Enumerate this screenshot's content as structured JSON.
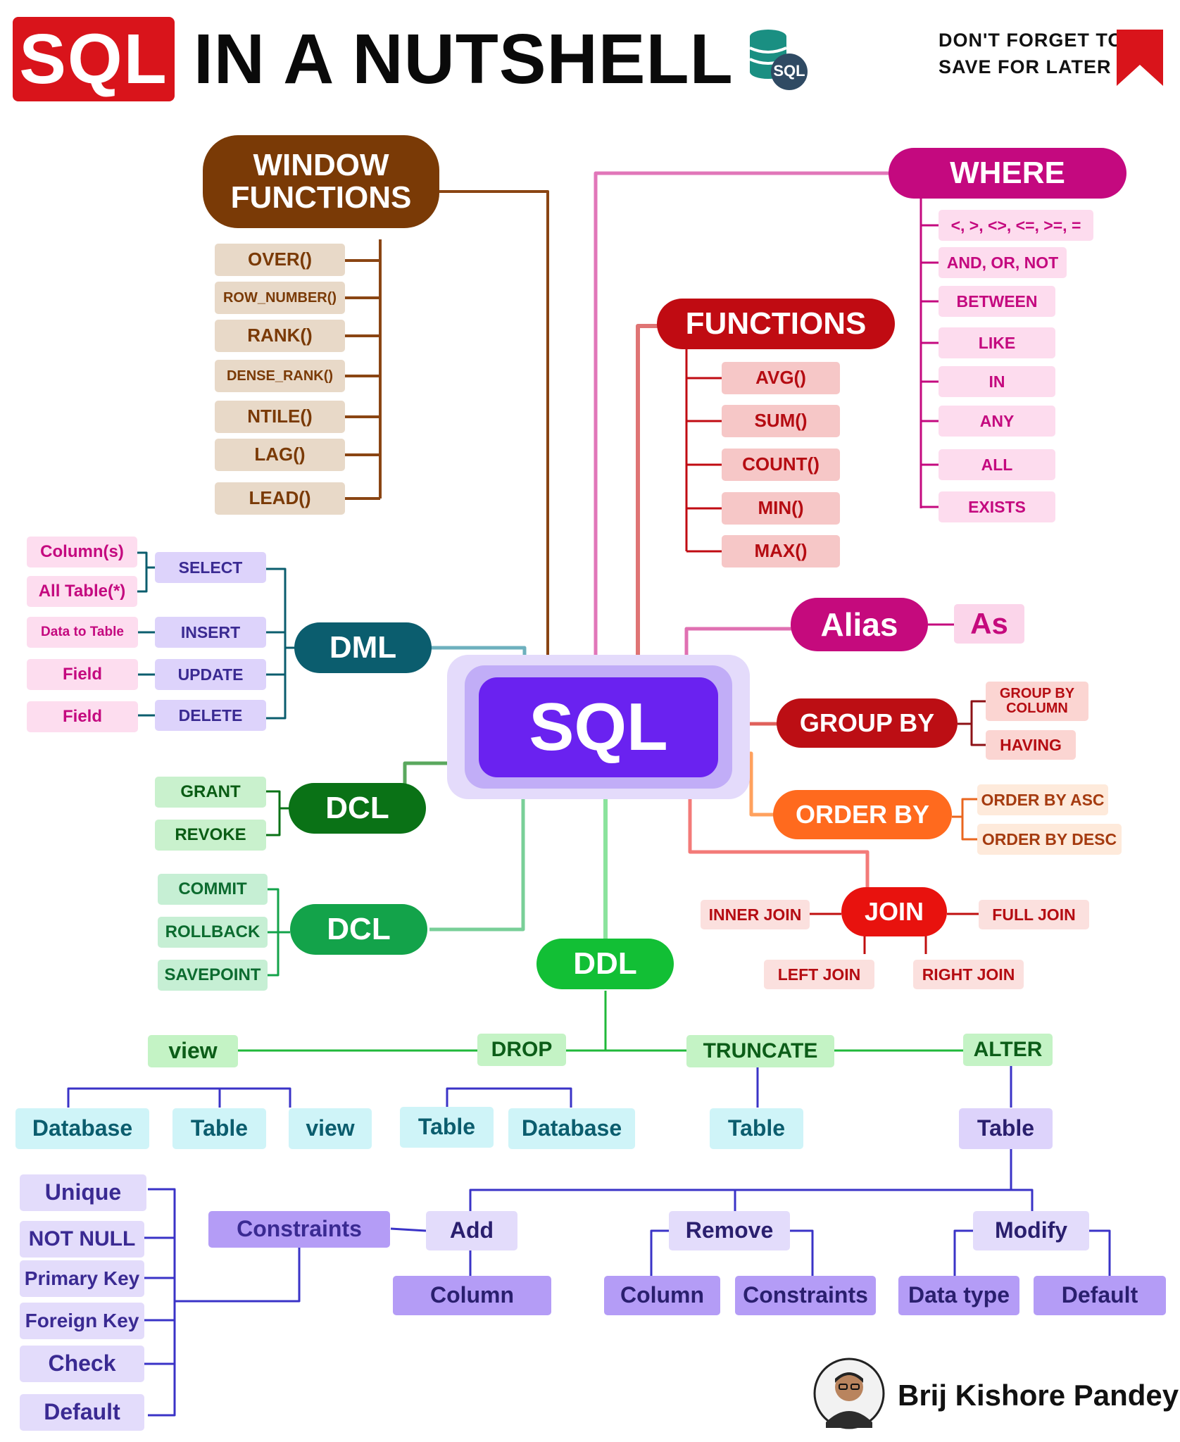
{
  "header": {
    "title_badge": "SQL",
    "title_rest": "IN A NUTSHELL",
    "db_icon_label": "SQL",
    "reminder": "DON'T FORGET TO SAVE FOR LATER !"
  },
  "hub": {
    "label": "SQL"
  },
  "window_functions": {
    "label": "WINDOW FUNCTIONS",
    "items": [
      "OVER()",
      "ROW_NUMBER()",
      "RANK()",
      "DENSE_RANK()",
      "NTILE()",
      "LAG()",
      "LEAD()"
    ]
  },
  "where": {
    "label": "WHERE",
    "items": [
      "<, >, <>, <=, >=, =",
      "AND, OR, NOT",
      "BETWEEN",
      "LIKE",
      "IN",
      "ANY",
      "ALL",
      "EXISTS"
    ]
  },
  "functions": {
    "label": "FUNCTIONS",
    "items": [
      "AVG()",
      "SUM()",
      "COUNT()",
      "MIN()",
      "MAX()"
    ]
  },
  "alias": {
    "label": "Alias",
    "items": [
      "As"
    ]
  },
  "group_by": {
    "label": "GROUP BY",
    "items": [
      "GROUP BY COLUMN",
      "HAVING"
    ]
  },
  "order_by": {
    "label": "ORDER BY",
    "items": [
      "ORDER BY ASC",
      "ORDER BY DESC"
    ]
  },
  "join": {
    "label": "JOIN",
    "items": [
      "INNER JOIN",
      "FULL JOIN",
      "LEFT JOIN",
      "RIGHT JOIN"
    ]
  },
  "dml": {
    "label": "DML",
    "commands": [
      "SELECT",
      "INSERT",
      "UPDATE",
      "DELETE"
    ],
    "targets": [
      "Column(s)",
      "All Table(*)",
      "Data to Table",
      "Field",
      "Field"
    ]
  },
  "dcl": {
    "label": "DCL",
    "items": [
      "GRANT",
      "REVOKE"
    ]
  },
  "tcl": {
    "label": "DCL",
    "items": [
      "COMMIT",
      "ROLLBACK",
      "SAVEPOINT"
    ]
  },
  "ddl": {
    "label": "DDL",
    "view": {
      "label": "view",
      "items": [
        "Database",
        "Table",
        "view"
      ]
    },
    "drop": {
      "label": "DROP",
      "items": [
        "Table",
        "Database"
      ]
    },
    "truncate": {
      "label": "TRUNCATE",
      "items": [
        "Table"
      ]
    },
    "alter": {
      "label": "ALTER",
      "table": "Table",
      "add": {
        "label": "Add",
        "items": [
          "Column"
        ]
      },
      "remove": {
        "label": "Remove",
        "items": [
          "Column",
          "Constraints"
        ]
      },
      "modify": {
        "label": "Modify",
        "items": [
          "Data type",
          "Default"
        ]
      },
      "constraints": {
        "label": "Constraints",
        "items": [
          "Unique",
          "NOT NULL",
          "Primary Key",
          "Foreign Key",
          "Check",
          "Default"
        ]
      }
    }
  },
  "author": {
    "name": "Brij Kishore Pandey"
  },
  "colors": {
    "hub": "#6a22f0",
    "window": "#7a3a06",
    "where": "#c4097f",
    "functions": "#c00b12",
    "alias": "#c50a7d",
    "group_by": "#bc0e14",
    "order_by": "#ff6a1e",
    "join": "#e8120e",
    "dml": "#0b5d6e",
    "dcl": "#0a7216",
    "tcl": "#13a34a",
    "ddl": "#12bf35",
    "constraints": "#b49cf6"
  }
}
